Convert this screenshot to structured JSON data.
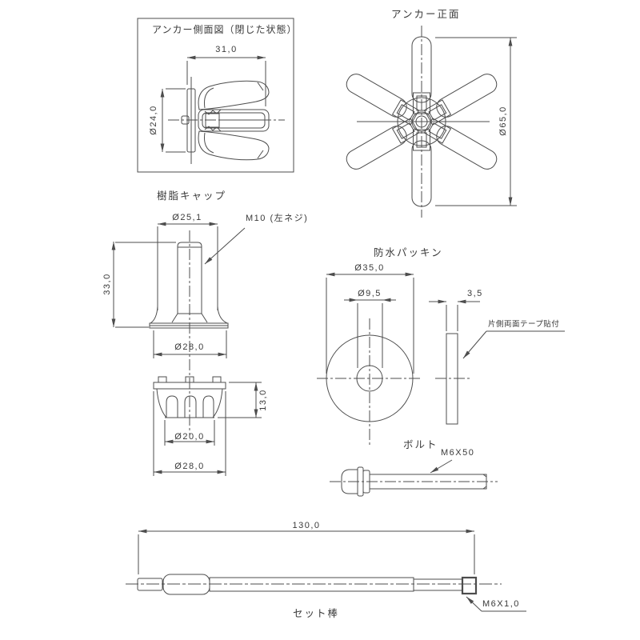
{
  "parts": {
    "anchor_side": {
      "title": "アンカー側面図（閉じた状態）",
      "dim_width": "31,0",
      "dim_diameter": "Ø24,0"
    },
    "anchor_front": {
      "title": "アンカー正面",
      "dim_diameter": "Ø65,0"
    },
    "resin_cap": {
      "title": "樹脂キャップ",
      "dim_top_diameter": "Ø25,1",
      "thread_note": "M10 (左ネジ)",
      "dim_height": "33,0",
      "dim_base_diameter": "Ø28,0"
    },
    "cap_bottom": {
      "dim_inner_diameter": "Ø20,0",
      "dim_height": "13,0",
      "dim_outer_diameter": "Ø28,0"
    },
    "packing": {
      "title": "防水パッキン",
      "dim_outer_diameter": "Ø35,0",
      "dim_hole_diameter": "Ø9,5",
      "dim_thickness": "3,5",
      "tape_note": "片側両面テープ貼付"
    },
    "bolt": {
      "title": "ボルト",
      "size": "M6X50"
    },
    "set_rod": {
      "title": "セット棒",
      "dim_length": "130,0",
      "thread": "M6X1,0"
    }
  },
  "colors": {
    "line": "#4d4d4d",
    "text": "#3a3a3a",
    "background": "#ffffff"
  }
}
